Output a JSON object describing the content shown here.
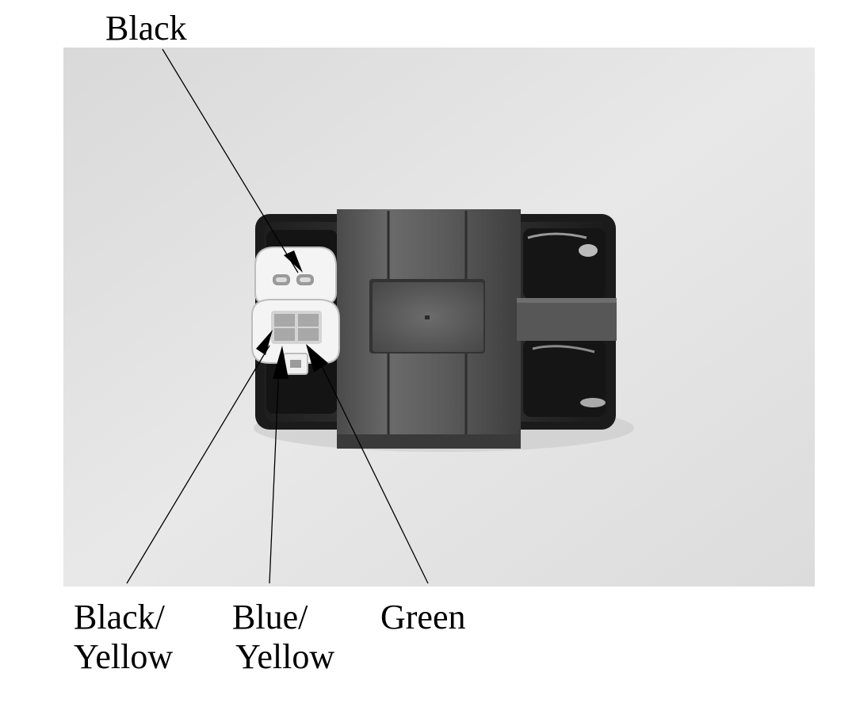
{
  "figure": {
    "labels": {
      "top": "Black",
      "bottom_left_line1": "Black/",
      "bottom_left_line2": "Yellow",
      "bottom_mid_line1": "Blue/",
      "bottom_mid_line2": "Yellow",
      "bottom_right": "Green"
    },
    "colors": {
      "page_background": "#ffffff",
      "photo_background": "#e6e6e6",
      "leader_line": "#000000",
      "connector_plastic": "#f4f4f4",
      "module_case": "#2b2b2b",
      "clamp_bracket": "#555555"
    }
  }
}
